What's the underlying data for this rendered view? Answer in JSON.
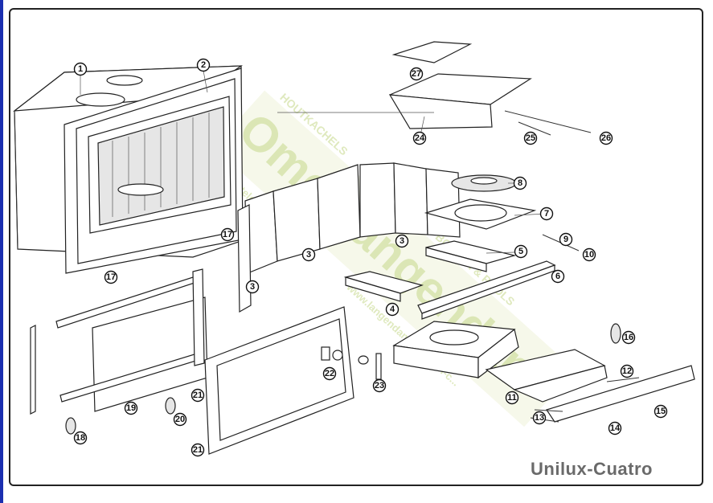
{
  "diagram": {
    "model_name": "Unilux-Cuatro",
    "part_numbers": [
      "1",
      "2",
      "3",
      "3",
      "3",
      "4",
      "5",
      "6",
      "7",
      "8",
      "9",
      "10",
      "11",
      "12",
      "13",
      "14",
      "15",
      "16",
      "17",
      "17",
      "18",
      "19",
      "20",
      "21",
      "21",
      "22",
      "23",
      "24",
      "25",
      "26",
      "27"
    ],
    "watermark": {
      "brand": "Ome Langendam",
      "line1": "HOUTKACHELS",
      "line2": "BOEKEN & POOLS",
      "line3": "telefoon 0183 351",
      "line4": "www.langendam.nl winkel-c..."
    },
    "colors": {
      "frame": "#222222",
      "watermark": "#c5d88a",
      "left_edge": "#1b2fb0"
    }
  }
}
